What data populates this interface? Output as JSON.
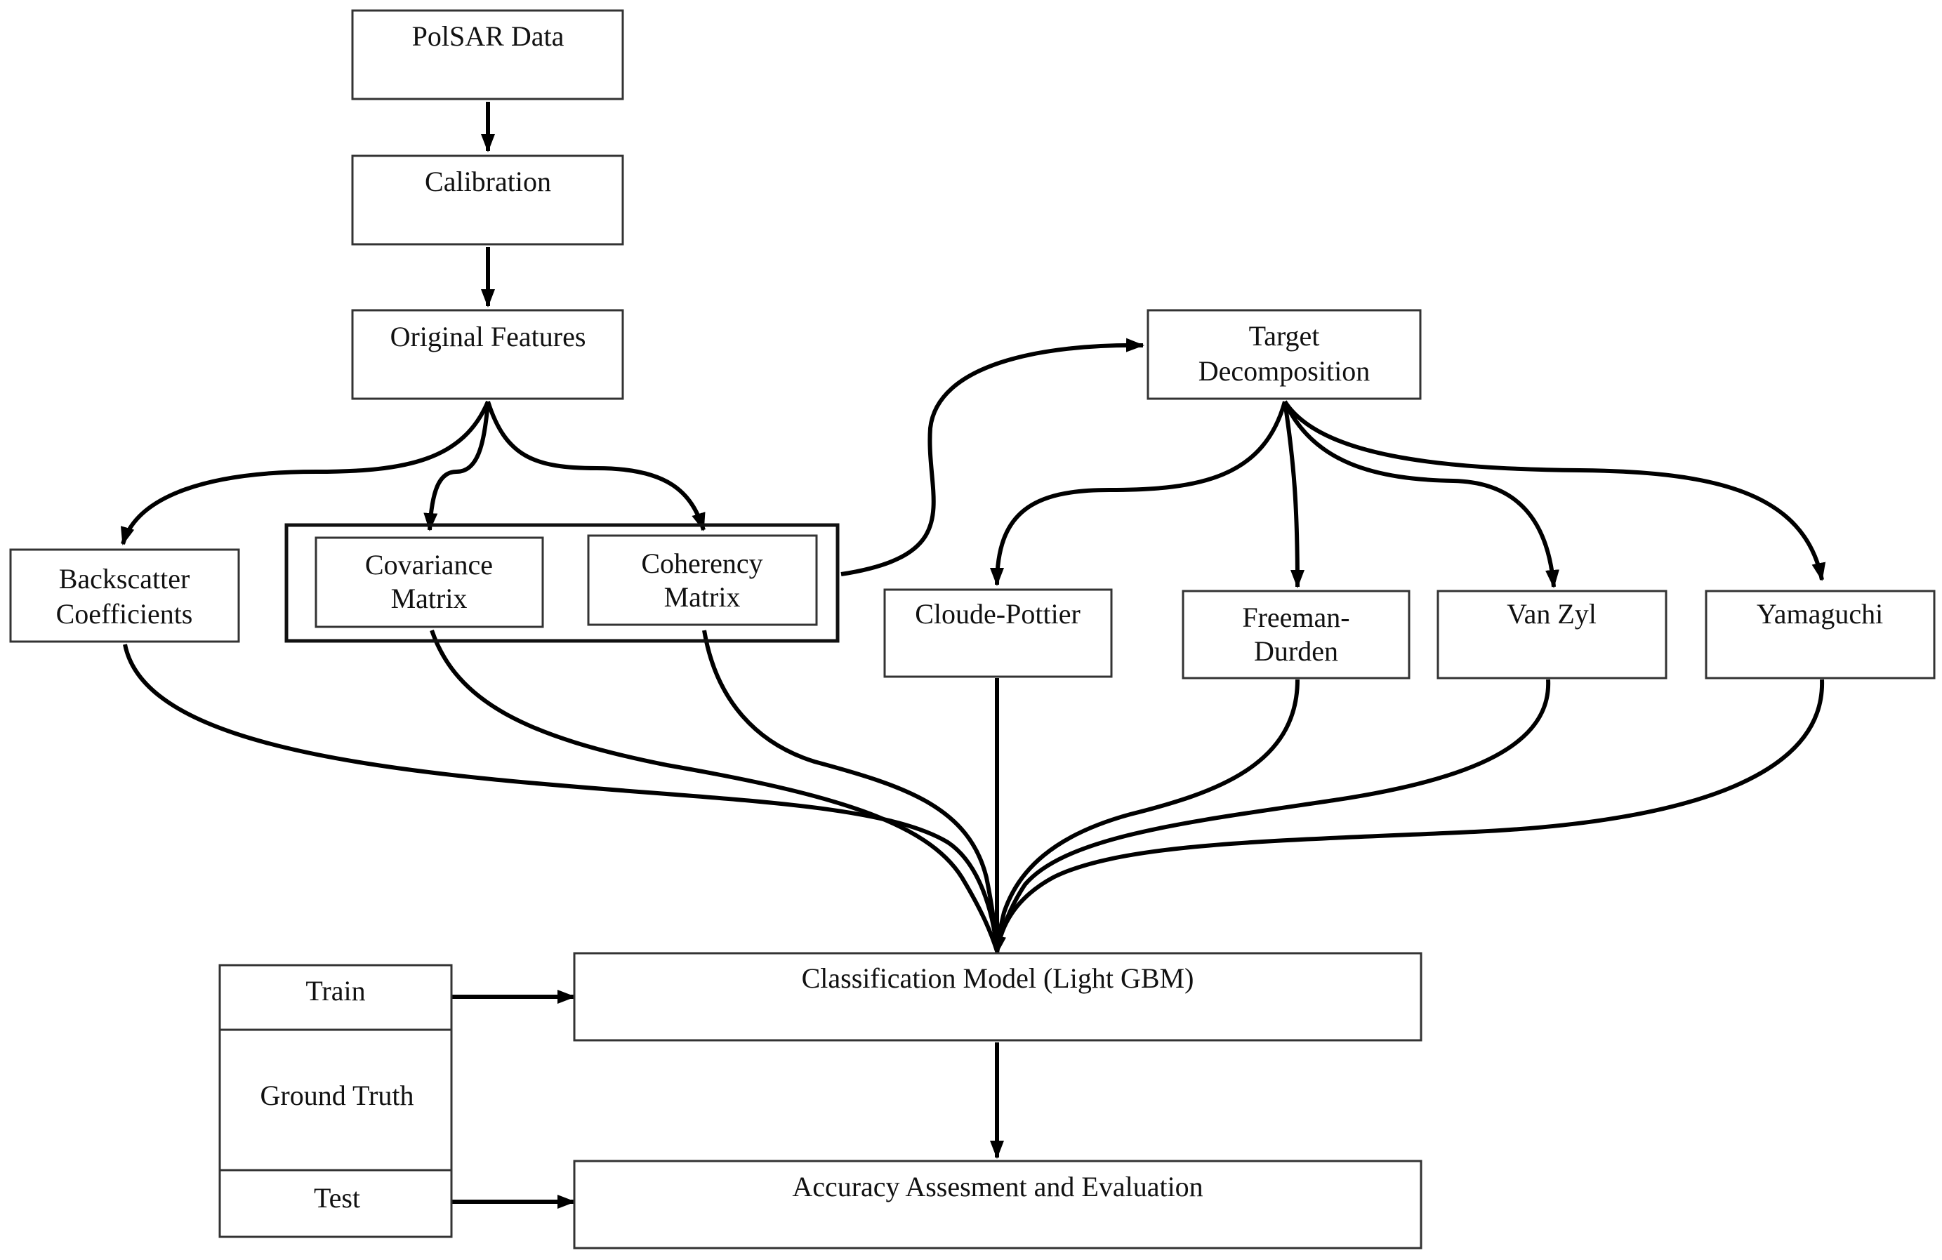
{
  "nodes": {
    "polsar_data": {
      "label": "PolSAR Data"
    },
    "calibration": {
      "label": "Calibration"
    },
    "original_features": {
      "label": "Original Features"
    },
    "backscatter": {
      "line1": "Backscatter",
      "line2": "Coefficients"
    },
    "covariance": {
      "line1": "Covariance",
      "line2": "Matrix"
    },
    "coherency": {
      "line1": "Coherency",
      "line2": "Matrix"
    },
    "target_decomposition": {
      "line1": "Target",
      "line2": "Decomposition"
    },
    "cloude_pottier": {
      "label": "Cloude-Pottier"
    },
    "freeman_durden": {
      "line1": "Freeman-",
      "line2": "Durden"
    },
    "van_zyl": {
      "label": "Van Zyl"
    },
    "yamaguchi": {
      "label": "Yamaguchi"
    },
    "classification_model": {
      "label": "Classification Model (Light GBM)"
    },
    "accuracy": {
      "label": "Accuracy Assesment and Evaluation"
    },
    "train": {
      "label": "Train"
    },
    "ground_truth": {
      "label": "Ground Truth"
    },
    "test": {
      "label": "Test"
    }
  },
  "colors": {
    "stroke": "#000000",
    "box_border": "#333333",
    "text": "#111111",
    "background": "#ffffff"
  }
}
